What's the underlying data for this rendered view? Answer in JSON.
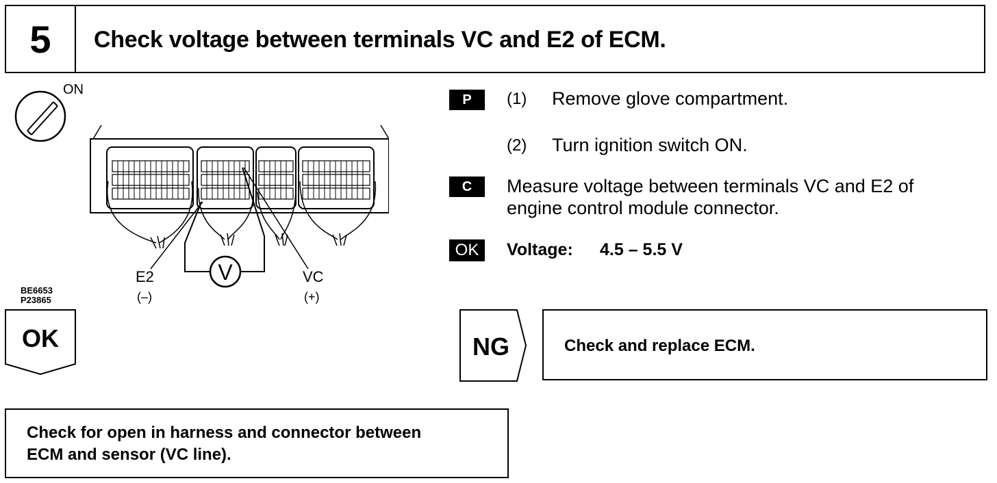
{
  "step": {
    "number": "5",
    "title": "Check voltage between terminals VC and E2 of ECM."
  },
  "diagram": {
    "switch_label": "ON",
    "meter_symbol": "V",
    "e2_label": "E2",
    "e2_polarity": "(–)",
    "vc_label": "VC",
    "vc_polarity": "(+)",
    "figure_code_1": "BE6653",
    "figure_code_2": "P23865"
  },
  "procedure": {
    "prep_badge": "P",
    "step1_num": "(1)",
    "step1_text": "Remove glove compartment.",
    "step2_num": "(2)",
    "step2_text": "Turn ignition switch ON.",
    "check_badge": "C",
    "check_line1": "Measure voltage between terminals VC and E2 of",
    "check_line2": "engine control module connector.",
    "ok_badge": "OK",
    "spec_label": "Voltage:",
    "spec_value": "4.5 – 5.5 V"
  },
  "outcomes": {
    "ok_label": "OK",
    "ng_label": "NG",
    "ng_action": "Check and replace ECM.",
    "ok_action_line1": "Check for open in harness and connector between",
    "ok_action_line2": "ECM and sensor (VC line)."
  }
}
